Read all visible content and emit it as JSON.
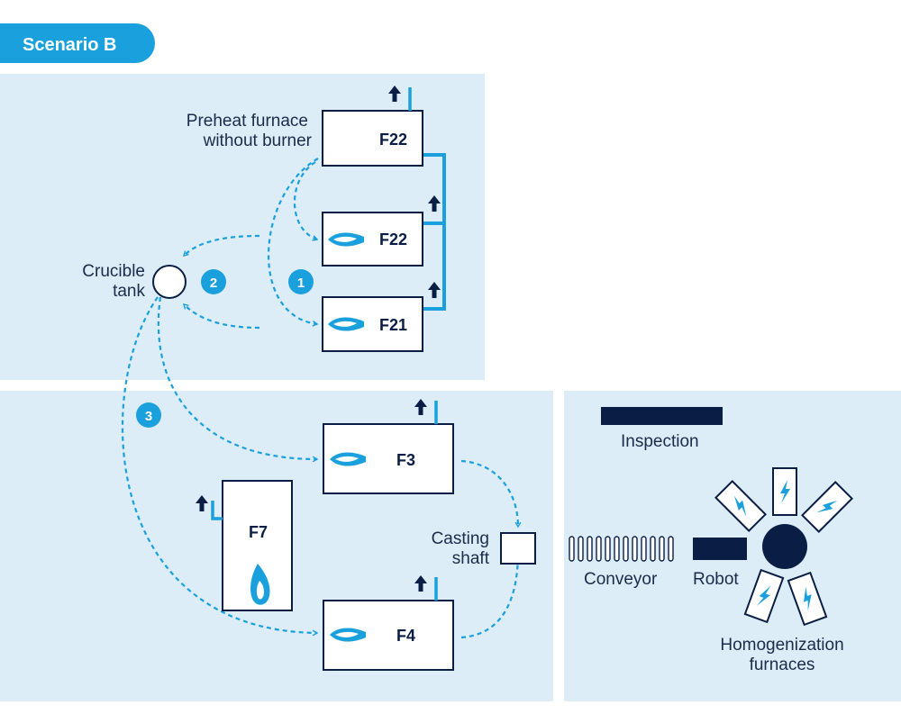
{
  "title": "Scenario B",
  "labels": {
    "preheat_line1": "Preheat furnace",
    "preheat_line2": "without burner",
    "crucible_line1": "Crucible",
    "crucible_line2": "tank",
    "casting_line1": "Casting",
    "casting_line2": "shaft",
    "inspection": "Inspection",
    "conveyor": "Conveyor",
    "robot": "Robot",
    "homog_line1": "Homogenization",
    "homog_line2": "furnaces"
  },
  "furnaces": {
    "f22_preheat": "F22",
    "f22": "F22",
    "f21": "F21",
    "f3": "F3",
    "f4": "F4",
    "f7": "F7"
  },
  "steps": [
    "1",
    "2",
    "3"
  ],
  "colors": {
    "accent": "#1aa0dc",
    "dark": "#0a1e45",
    "zone": "#dcedf7"
  },
  "icons": {
    "burner": "burner-flame-icon",
    "flame": "vertical-flame-icon",
    "electric": "lightning-icon",
    "exhaust": "exhaust-arrow-icon"
  }
}
